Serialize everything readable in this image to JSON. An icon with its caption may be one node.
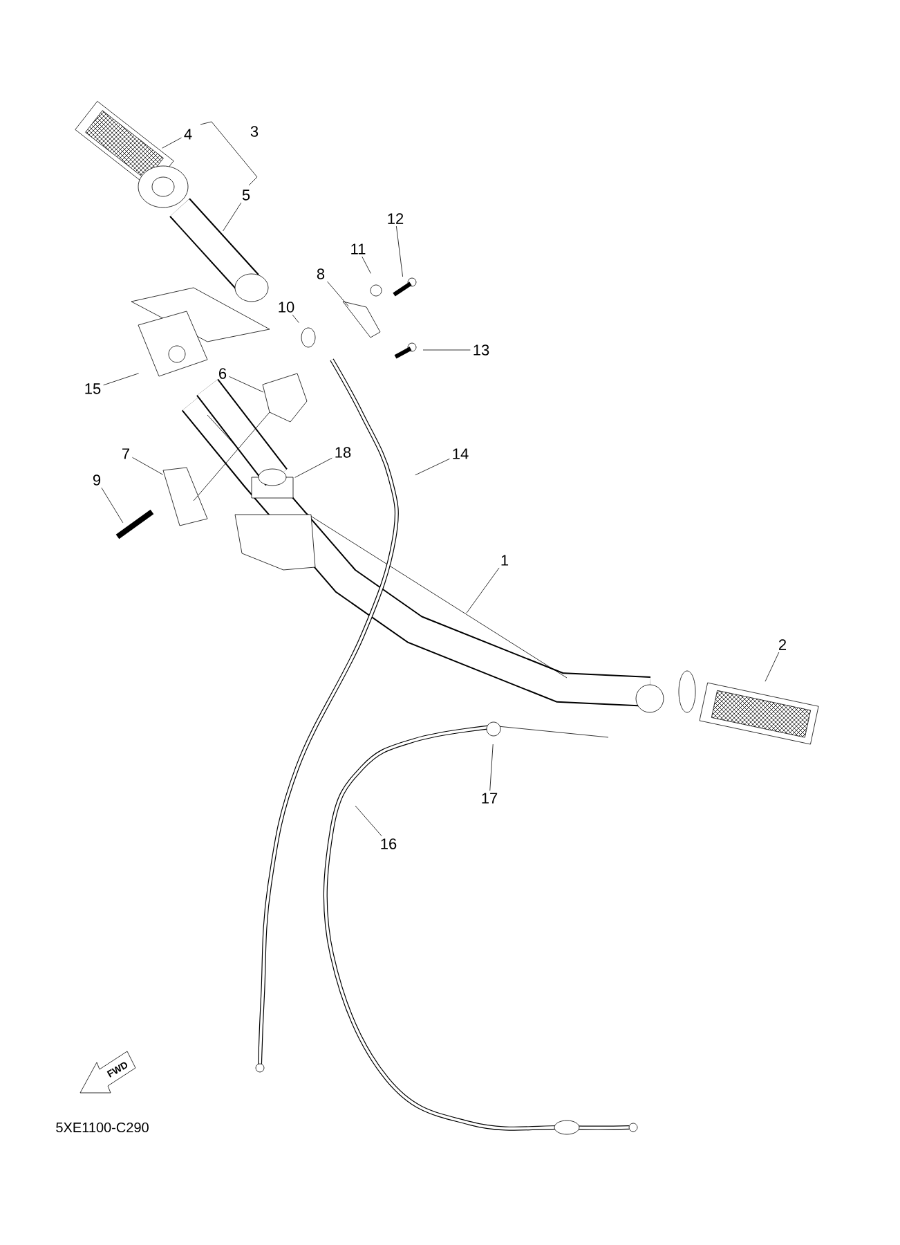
{
  "diagram": {
    "nodes": [
      {
        "text": [
          "4"
        ]
      },
      {
        "text": [
          "3"
        ]
      },
      {
        "text": [
          "5"
        ]
      },
      {
        "text": [
          "12"
        ]
      },
      {
        "text": [
          "11"
        ]
      },
      {
        "text": [
          "8"
        ]
      },
      {
        "text": [
          "13"
        ]
      },
      {
        "text": [
          "10"
        ]
      },
      {
        "text": [
          "15"
        ]
      },
      {
        "text": [
          "6"
        ]
      },
      {
        "text": [
          "7"
        ]
      },
      {
        "text": [
          "18"
        ]
      },
      {
        "text": [
          "14"
        ]
      },
      {
        "text": [
          "9"
        ]
      },
      {
        "text": [
          "1"
        ]
      },
      {
        "text": [
          "2"
        ]
      },
      {
        "text": [
          "17"
        ]
      },
      {
        "text": [
          "16"
        ]
      }
    ],
    "edges": [
      {
        "from": 0,
        "to": null,
        "arrow": "none"
      },
      {
        "from": 2,
        "to": null,
        "arrow": "none"
      },
      {
        "from": 3,
        "to": null,
        "arrow": "none"
      },
      {
        "from": 4,
        "to": null,
        "arrow": "none"
      },
      {
        "from": 5,
        "to": null,
        "arrow": "none"
      },
      {
        "from": 6,
        "to": null,
        "arrow": "none"
      },
      {
        "from": 7,
        "to": null,
        "arrow": "none"
      },
      {
        "from": 8,
        "to": null,
        "arrow": "none"
      },
      {
        "from": 9,
        "to": null,
        "arrow": "none"
      },
      {
        "from": 10,
        "to": null,
        "arrow": "none"
      },
      {
        "from": 11,
        "to": null,
        "arrow": "none"
      },
      {
        "from": 12,
        "to": null,
        "arrow": "none"
      },
      {
        "from": 13,
        "to": null,
        "arrow": "none"
      },
      {
        "from": 14,
        "to": null,
        "arrow": "none"
      },
      {
        "from": 15,
        "to": null,
        "arrow": "none"
      },
      {
        "from": 16,
        "to": null,
        "arrow": "none"
      },
      {
        "from": 17,
        "to": null,
        "arrow": "none"
      }
    ],
    "labels": [
      "FWD",
      "5XE1100-C290"
    ]
  }
}
